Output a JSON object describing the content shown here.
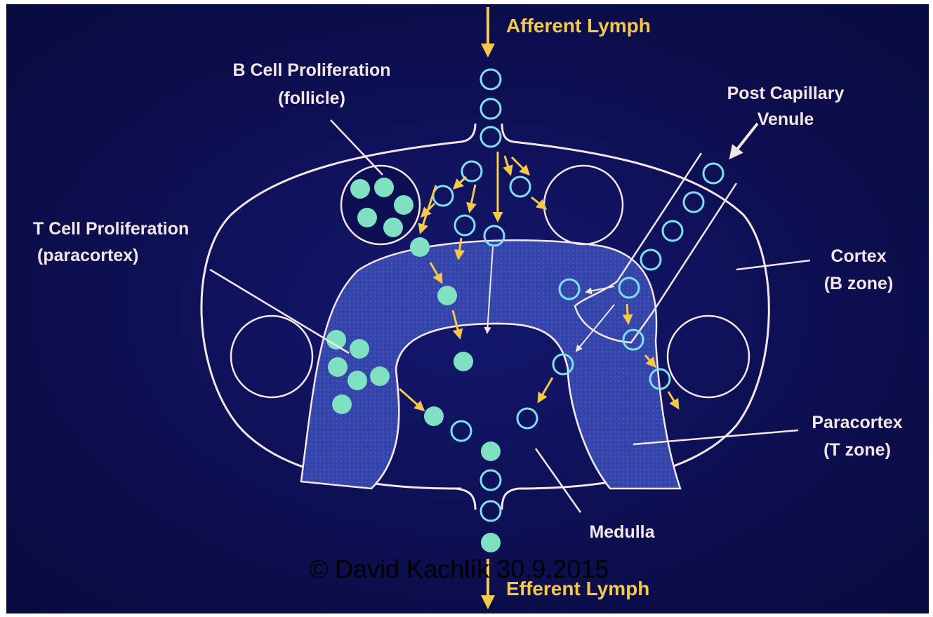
{
  "labels": {
    "afferent": "Afferent Lymph",
    "efferent": "Efferent Lymph",
    "b_cell_line1": "B Cell Proliferation",
    "b_cell_line2": "(follicle)",
    "t_cell_line1": "T Cell Proliferation",
    "t_cell_line2": "(paracortex)",
    "venule_line1": "Post Capillary",
    "venule_line2": "Venule",
    "cortex_line1": "Cortex",
    "cortex_line2": "(B zone)",
    "paracortex_line1": "Paracortex",
    "paracortex_line2": "(T zone)",
    "medulla": "Medulla"
  },
  "watermark": "© David Kachlík 30.9.2015",
  "colors": {
    "background": "#0d0f52",
    "outline": "#f3e6e6",
    "paracortex_fill": "#3a4bb0",
    "cell_filled": "#7fe0c2",
    "cell_outline": "#7fe0f0",
    "arrow": "#f4c84a"
  }
}
